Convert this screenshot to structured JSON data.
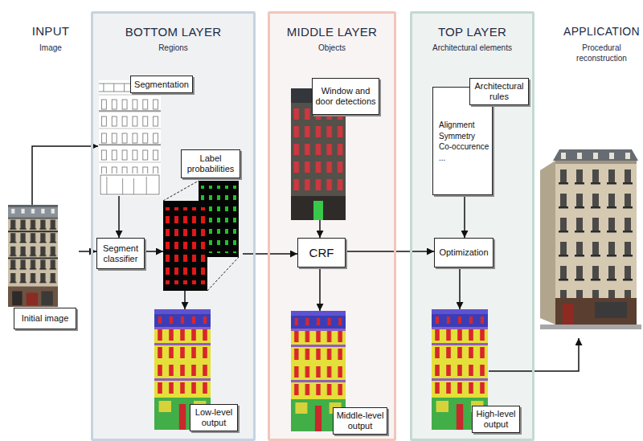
{
  "diagram": {
    "nodes": [
      {
        "text": [
          "Initial image"
        ]
      },
      {
        "text": [
          "BOTTOM LAYER",
          "Regions"
        ]
      },
      {
        "text": [
          "Segmentation"
        ],
        "in": 1
      },
      {
        "text": [
          "Segment classifier"
        ],
        "in": 1
      },
      {
        "text": [
          "Label probabilities"
        ],
        "in": 1
      },
      {
        "text": [
          "Low-level output"
        ],
        "in": 1
      },
      {
        "text": [
          "MIDDLE LAYER",
          "Objects"
        ]
      },
      {
        "text": [
          "Window and door detections"
        ],
        "in": 6
      },
      {
        "text": [
          "CRF"
        ],
        "in": 6
      },
      {
        "text": [
          "Middle-level output"
        ],
        "in": 6
      },
      {
        "text": [
          "TOP LAYER",
          "Architectural elements"
        ]
      },
      {
        "text": [
          "Architectural rules",
          "Alignment",
          "Symmetry",
          "Co-occurence",
          "..."
        ],
        "in": 10
      },
      {
        "text": [
          "Optimization"
        ],
        "in": 10
      },
      {
        "text": [
          "High-level output"
        ],
        "in": 10
      }
    ],
    "edges": [
      {
        "from": 0,
        "to": 2,
        "arrow": "to"
      },
      {
        "from": 0,
        "to": 3,
        "arrow": "to"
      },
      {
        "from": 2,
        "to": 3,
        "arrow": "to"
      },
      {
        "from": 3,
        "to": 4,
        "arrow": "to"
      },
      {
        "from": 4,
        "to": 5,
        "arrow": "to"
      },
      {
        "from": 4,
        "to": 8,
        "arrow": "to"
      },
      {
        "from": 7,
        "to": 8,
        "arrow": "to"
      },
      {
        "from": 8,
        "to": 9,
        "arrow": "to"
      },
      {
        "from": 8,
        "to": 12,
        "arrow": "to"
      },
      {
        "from": 11,
        "to": 12,
        "arrow": "to"
      },
      {
        "from": 12,
        "to": 13,
        "arrow": "to"
      }
    ],
    "labels": [
      "INPUT",
      "Image",
      "APPLICATION",
      "Procedural reconstruction"
    ]
  }
}
